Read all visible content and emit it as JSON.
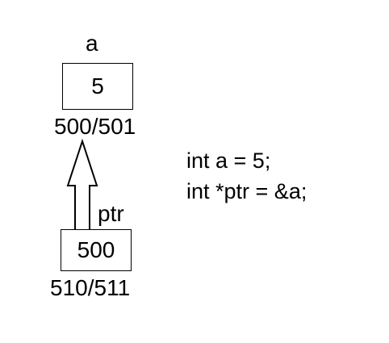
{
  "variable_a": {
    "name": "a",
    "value": "5",
    "address": "500/501"
  },
  "pointer_ptr": {
    "name": "ptr",
    "value": "500",
    "address": "510/511"
  },
  "code": {
    "line1": "int a = 5;",
    "line2": "int *ptr = &a;"
  },
  "colors": {
    "stroke": "#000000",
    "background": "#ffffff"
  }
}
